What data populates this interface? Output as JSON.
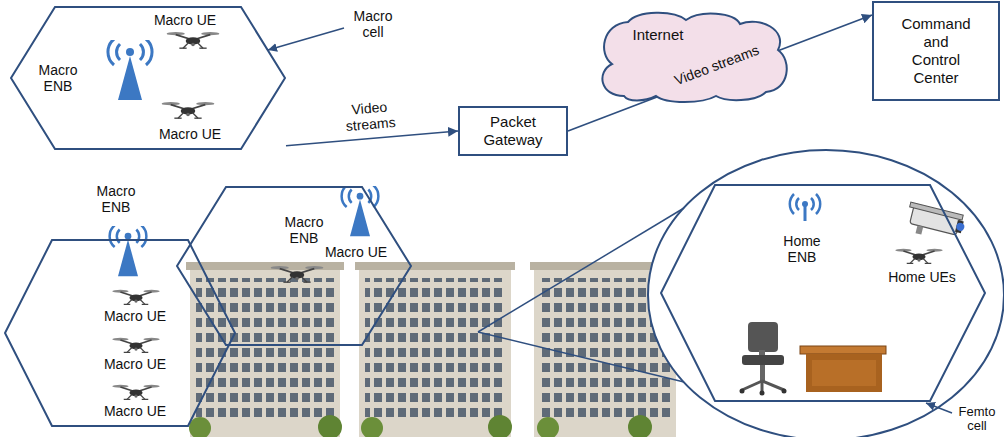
{
  "diagram": {
    "nodes": [
      {
        "text": [
          "Macro UE",
          "Macro ENB",
          "Macro UE"
        ]
      },
      {
        "text": [
          "Internet"
        ]
      },
      {
        "text": [
          "Command and Control Center"
        ]
      },
      {
        "text": [
          "Packet Gateway"
        ]
      },
      {
        "text": [
          "Macro ENB",
          "Macro UE",
          "Macro UE",
          "Macro UE"
        ]
      },
      {
        "text": [
          "Macro ENB",
          "Macro UE"
        ]
      },
      {
        "text": [
          "Home ENB",
          "Home UEs"
        ]
      }
    ],
    "edges": [
      {
        "from": 0,
        "to": 3,
        "arrow": "to",
        "label": "Video streams"
      },
      {
        "from": 3,
        "to": 2,
        "arrow": "to",
        "label": "Video streams"
      }
    ],
    "labels": [
      "Macro cell",
      "Femto cell"
    ]
  }
}
